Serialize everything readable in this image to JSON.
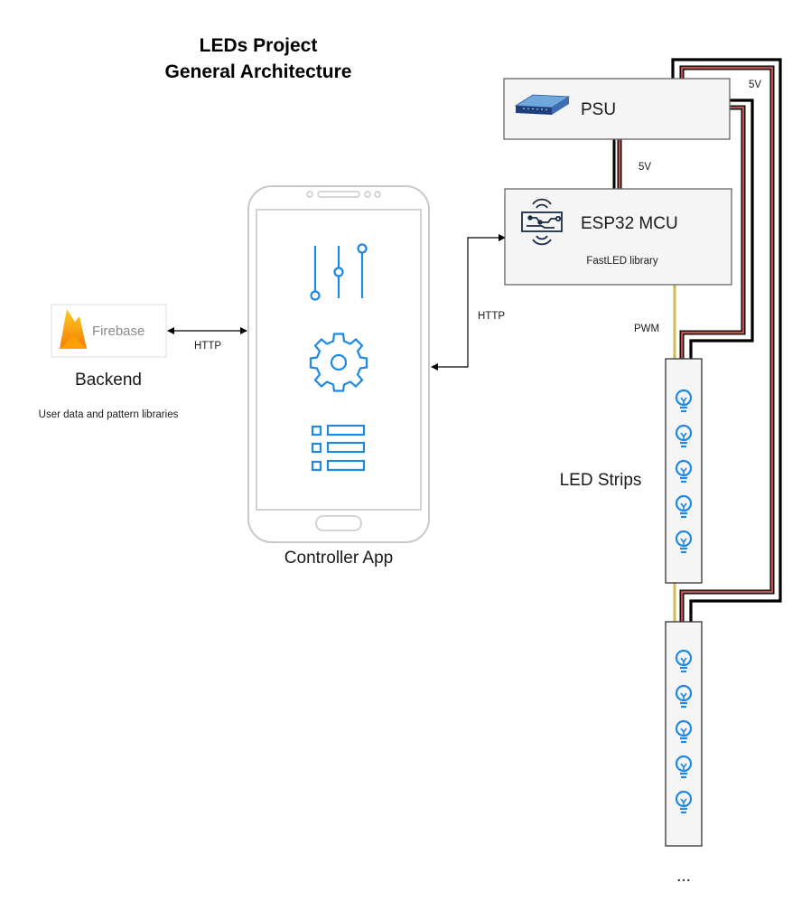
{
  "title": {
    "line1": "LEDs Project",
    "line2": "General Architecture"
  },
  "backend": {
    "logo_text": "Firebase",
    "label": "Backend",
    "description": "User data and pattern libraries"
  },
  "controller": {
    "label": "Controller App"
  },
  "psu": {
    "label": "PSU"
  },
  "mcu": {
    "label": "ESP32 MCU",
    "sublabel": "FastLED library"
  },
  "led_strips": {
    "label": "LED Strips",
    "continuation": "..."
  },
  "connections": {
    "backend_controller": "HTTP",
    "controller_mcu": "HTTP",
    "psu_mcu": "5V",
    "psu_strips": "5V",
    "mcu_strips": "PWM"
  },
  "colors": {
    "wire_red": "#b85450",
    "wire_black": "#000000",
    "wire_data": "#d6b656",
    "icon_blue": "#1e88e5",
    "box_fill": "#f5f5f5",
    "box_stroke": "#666666"
  },
  "icons": {
    "psu": "network-switch-icon",
    "mcu": "microcontroller-icon",
    "app_sliders": "sliders-icon",
    "app_settings": "gear-icon",
    "app_list": "list-icon",
    "led": "lightbulb-icon",
    "backend": "firebase-flame-icon"
  }
}
